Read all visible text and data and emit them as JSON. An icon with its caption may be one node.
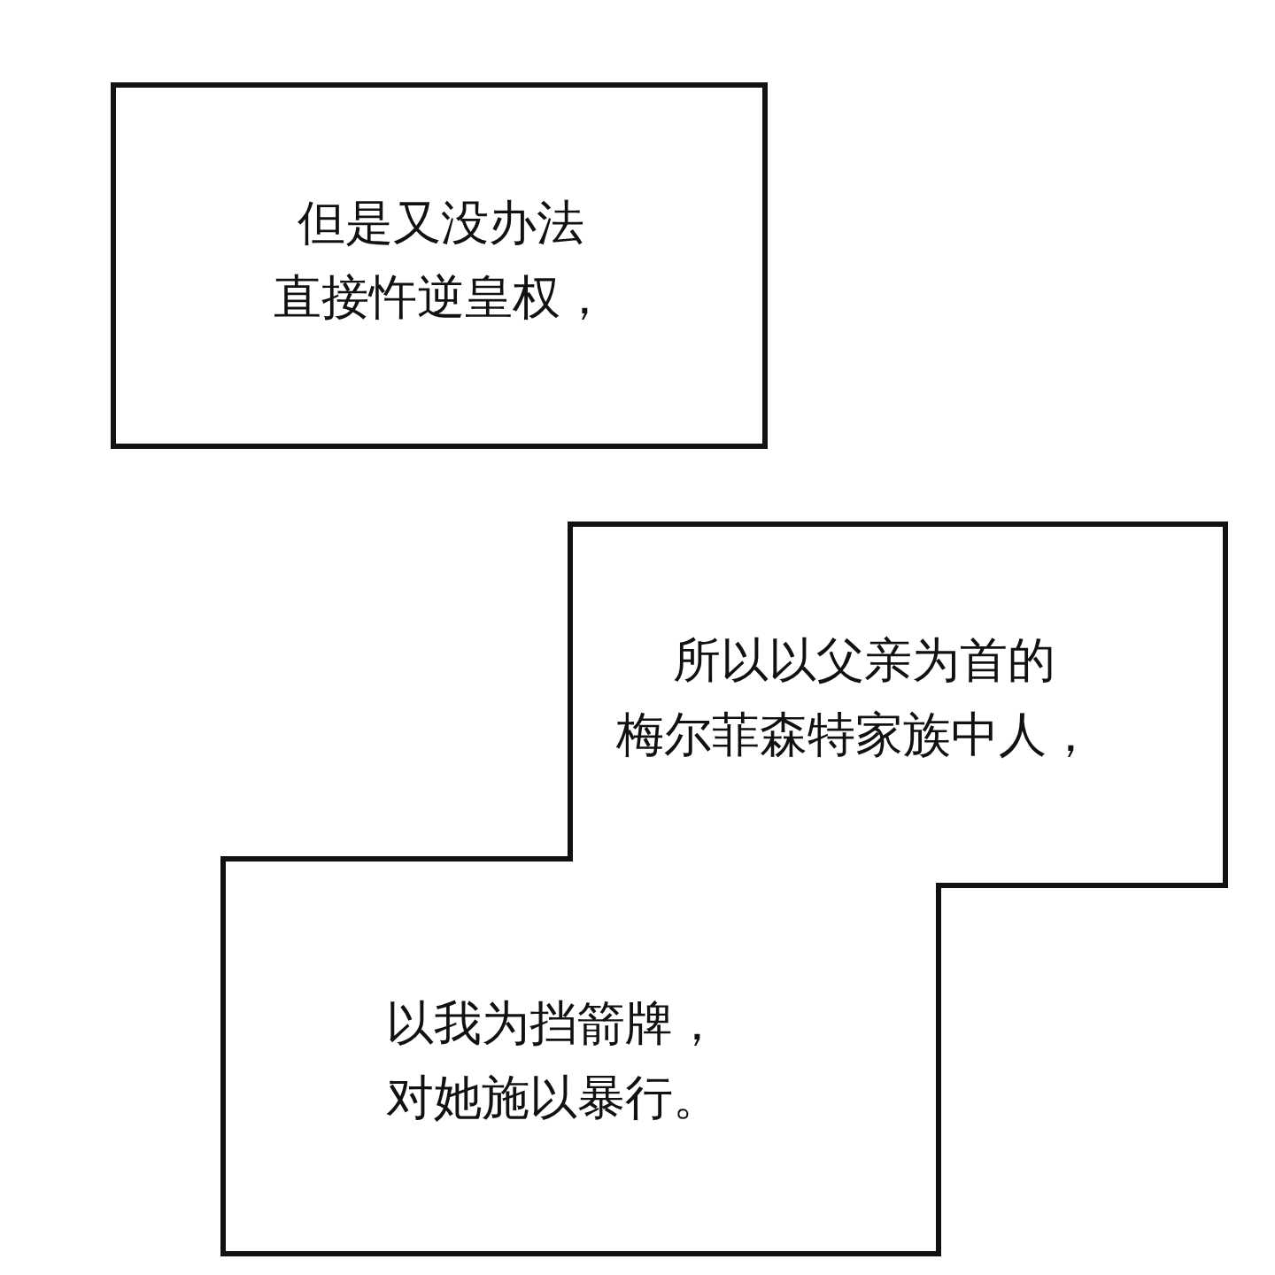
{
  "diagram": {
    "nodes": [
      {
        "text": [
          "但是又没办法直接忤逆皇权，"
        ]
      },
      {
        "text": [
          "所以以父亲为首的梅尔菲森特家族中人，",
          "以我为挡箭牌，对她施以暴行。"
        ]
      }
    ]
  }
}
